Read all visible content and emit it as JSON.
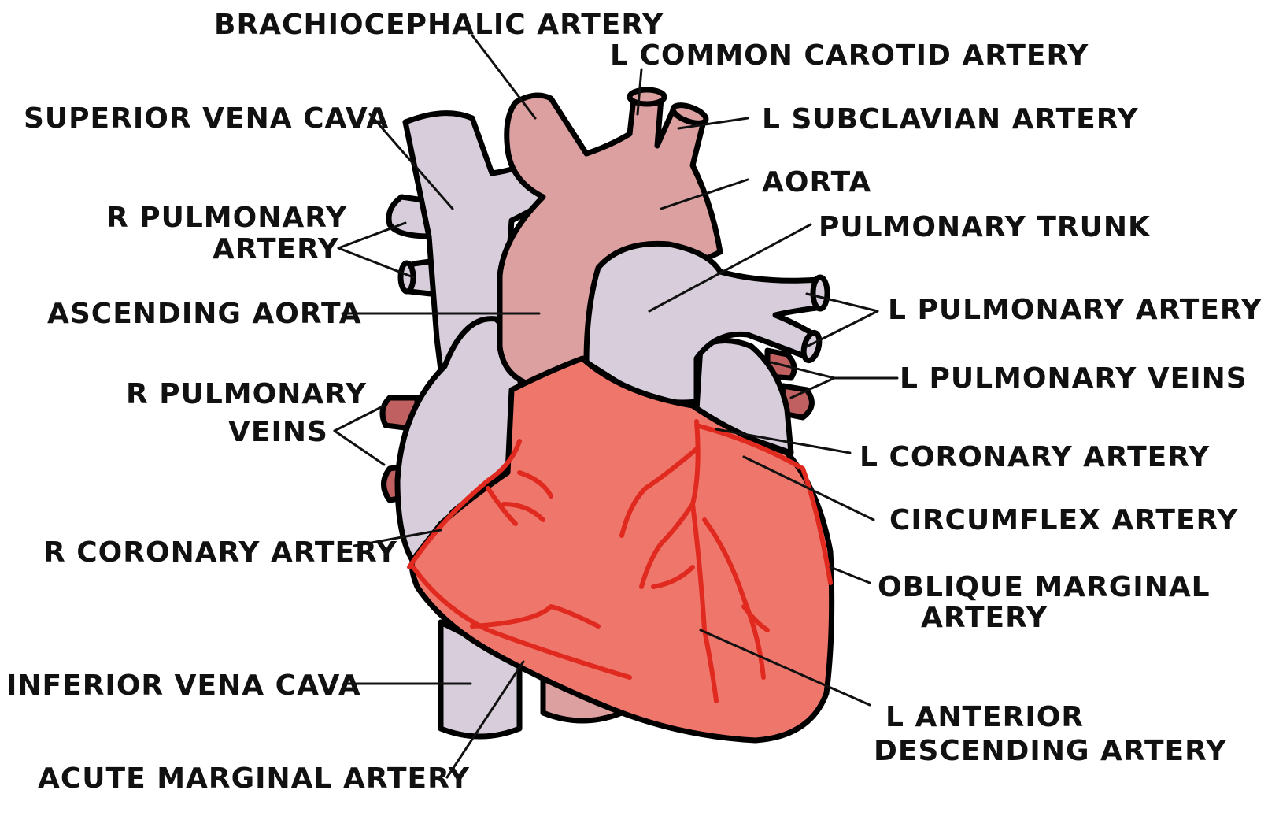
{
  "labels": {
    "brachiocephalic_artery": "BRACHIOCEPHALIC ARTERY",
    "l_common_carotid_artery": "L COMMON CAROTID ARTERY",
    "superior_vena_cava": "SUPERIOR VENA CAVA",
    "l_subclavian_artery": "L SUBCLAVIAN ARTERY",
    "aorta": "AORTA",
    "r_pulmonary_artery_line1": "R PULMONARY",
    "r_pulmonary_artery_line2": "ARTERY",
    "pulmonary_trunk": "PULMONARY TRUNK",
    "ascending_aorta": "ASCENDING AORTA",
    "l_pulmonary_artery": "L PULMONARY ARTERY",
    "l_pulmonary_veins": "L PULMONARY VEINS",
    "r_pulmonary_veins_line1": "R PULMONARY",
    "r_pulmonary_veins_line2": "VEINS",
    "l_coronary_artery": "L CORONARY ARTERY",
    "circumflex_artery": "CIRCUMFLEX ARTERY",
    "r_coronary_artery": "R CORONARY ARTERY",
    "oblique_marginal_artery_line1": "OBLIQUE MARGINAL",
    "oblique_marginal_artery_line2": "ARTERY",
    "inferior_vena_cava": "INFERIOR VENA CAVA",
    "l_anterior_descending_artery_line1": "L ANTERIOR",
    "l_anterior_descending_artery_line2": "DESCENDING ARTERY",
    "acute_marginal_artery": "ACUTE MARGINAL ARTERY"
  },
  "colors": {
    "vein_grey": "#d8cedb",
    "aorta_pink": "#dda0a0",
    "ventricle_red": "#ef766b",
    "vessel_red": "#e02a20",
    "pulmonary_vein_brown": "#c06060",
    "outline": "#000000"
  }
}
